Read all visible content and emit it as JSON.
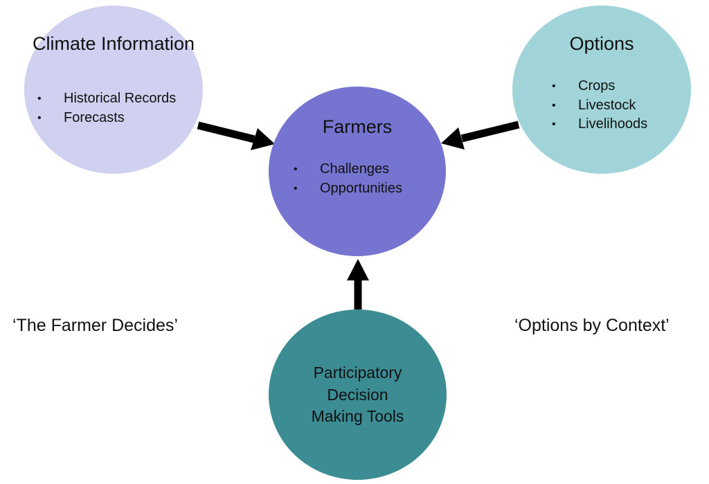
{
  "nodes": {
    "climate": {
      "title": "Climate Information",
      "items": [
        "Historical Records",
        "Forecasts"
      ]
    },
    "farmers": {
      "title": "Farmers",
      "items": [
        "Challenges",
        "Opportunities"
      ]
    },
    "options": {
      "title": "Options",
      "items": [
        "Crops",
        "Livestock",
        "Livelihoods"
      ]
    },
    "tools": {
      "title": "Participatory\nDecision\nMaking Tools"
    }
  },
  "captions": {
    "left": "‘The Farmer Decides’",
    "right": "‘Options by Context’"
  },
  "colors": {
    "climate": "#d0d1f0",
    "farmers": "#7575d1",
    "options": "#a0d4d8",
    "tools": "#3c8c94",
    "arrow": "#000000"
  }
}
